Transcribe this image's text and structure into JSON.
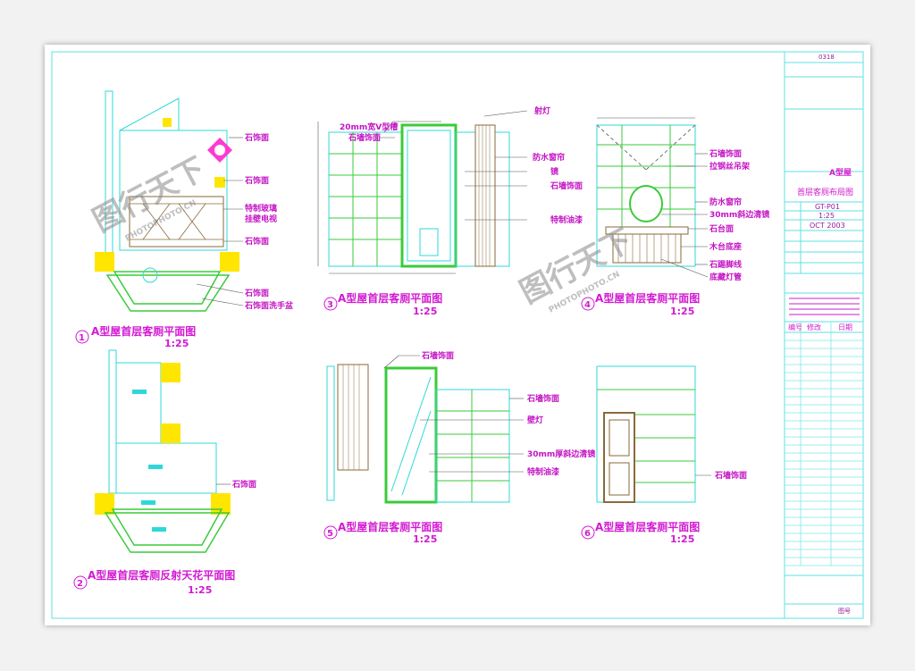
{
  "titles": {
    "v1": {
      "num": "1",
      "text": "A型屋首层客厕平面图",
      "scale": "1:25"
    },
    "v2": {
      "num": "2",
      "text": "A型屋首层客厕反射天花平面图",
      "scale": "1:25"
    },
    "v3": {
      "num": "3",
      "text": "A型屋首层客厕平面图",
      "scale": "1:25"
    },
    "v4": {
      "num": "4",
      "text": "A型屋首层客厕平面图",
      "scale": "1:25"
    },
    "v5": {
      "num": "5",
      "text": "A型屋首层客厕平面图",
      "scale": "1:25"
    },
    "v6": {
      "num": "6",
      "text": "A型屋首层客厕平面图",
      "scale": "1:25"
    }
  },
  "labels": {
    "v1": [
      "石饰面",
      "石饰面",
      "特制玻璃",
      "挂壁电视",
      "石饰面",
      "石饰面",
      "石饰面洗手盆"
    ],
    "v2": [
      "石饰面"
    ],
    "v3": [
      "20mm宽V型槽",
      "石墙饰面",
      "射灯",
      "防水窗帘",
      "镜",
      "石墙饰面",
      "特制油漆"
    ],
    "v4": [
      "石墙饰面",
      "拉钢丝吊架",
      "防水窗帘",
      "30mm斜边清镜",
      "石台面",
      "木台底座",
      "石踢脚线",
      "底藏灯管"
    ],
    "v5": [
      "石墙饰面",
      "石墙饰面",
      "壁灯",
      "30mm厚斜边清镜",
      "特制油漆"
    ],
    "v6": [
      "石墙饰面"
    ]
  },
  "title_block": {
    "project_no": "0318",
    "brand": "A型屋",
    "drawing_name": "首层客厕布局图",
    "drawing_no": "GT-P01",
    "scale": "1:25",
    "date": "OCT 2003",
    "rev_headers": [
      "编号",
      "修改",
      "日期"
    ],
    "footer": "图号"
  },
  "watermark": {
    "brand": "图行天下",
    "sub": "PHOTOPHOTO.CN"
  },
  "colors": {
    "line": "#2fd8d8",
    "green": "#3acb3a",
    "magenta": "#d21ad2",
    "yellow": "#ffe600",
    "brown": "#8a6a3a"
  }
}
